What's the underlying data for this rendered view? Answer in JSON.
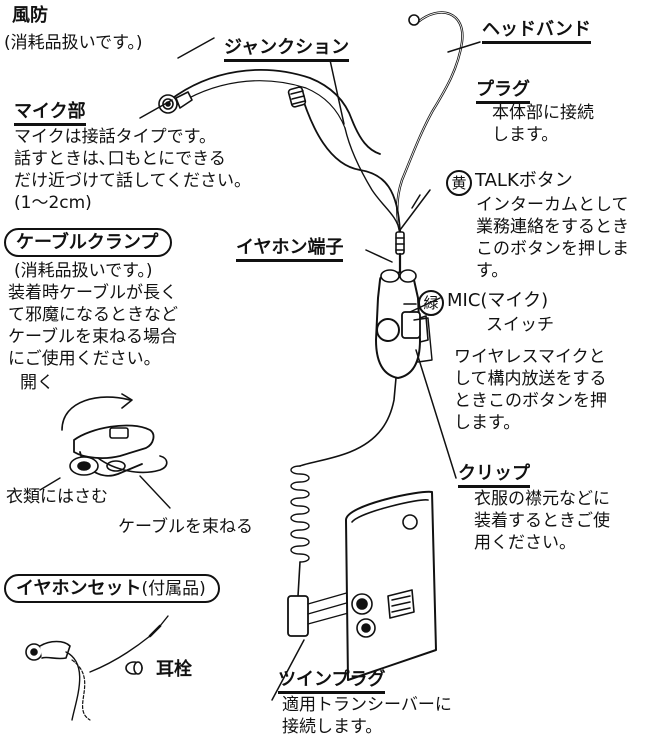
{
  "labels": {
    "windscreen_title": "風防",
    "windscreen_note": "(消耗品扱いです。)",
    "junction": "ジャンクション",
    "headband": "ヘッドバンド",
    "plug_title": "プラグ",
    "plug_desc": [
      "本体部に接続",
      "します。"
    ],
    "mic_title": "マイク部",
    "mic_desc": [
      "マイクは接話タイプです。",
      "話すときは､口もとにできる",
      "だけ近づけて話してください。",
      "(1～2cm)"
    ],
    "talk_circle": "黄",
    "talk_title": "TALKボタン",
    "talk_desc": [
      "インターカムとして",
      "業務連絡をするとき",
      "このボタンを押しま",
      "す。"
    ],
    "earphone_jack": "イヤホン端子",
    "clamp_title": "ケーブルクランプ",
    "clamp_desc": [
      "(消耗品扱いです。)",
      "装着時ケーブルが長く",
      "て邪魔になるときなど",
      "ケーブルを束ねる場合",
      "にご使用ください。"
    ],
    "open": "開く",
    "mic_circle": "緑",
    "mic_switch_title": "MIC(マイク)",
    "mic_switch_sub": "スイッチ",
    "mic_switch_desc": [
      "ワイヤレスマイクと",
      "して構内放送をする",
      "ときこのボタンを押",
      "します。"
    ],
    "clip_title": "クリップ",
    "clip_desc": [
      "衣服の襟元などに",
      "装着するときご使",
      "用ください。"
    ],
    "clamp_clothes": "衣類にはさむ",
    "clamp_bundle": "ケーブルを束ねる",
    "earset_title": "イヤホンセット",
    "earset_sub": "(付属品)",
    "earplug": "耳栓",
    "twin_title": "ツインプラグ",
    "twin_desc": [
      "適用トランシーバーに",
      "接続します。"
    ]
  }
}
